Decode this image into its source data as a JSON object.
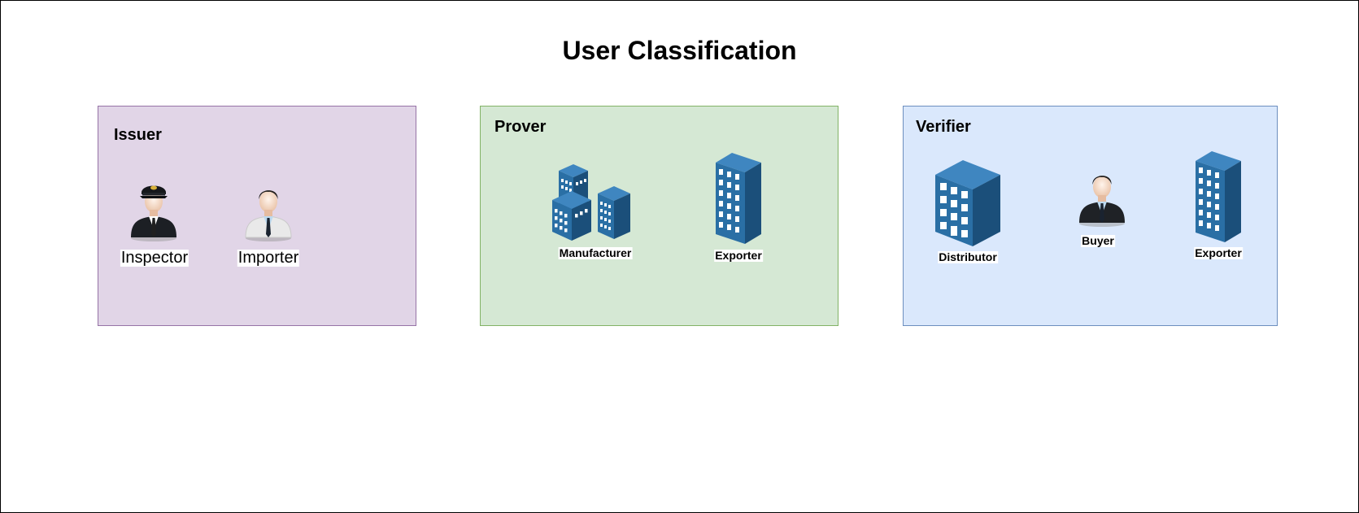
{
  "title": "User Classification",
  "colors": {
    "issuer_fill": "#e1d5e7",
    "issuer_stroke": "#9673a6",
    "prover_fill": "#d5e8d4",
    "prover_stroke": "#82b366",
    "verifier_fill": "#dae8fc",
    "verifier_stroke": "#6c8ebf",
    "building_front": "#2a6fa5",
    "building_side": "#1b4f7a",
    "building_top": "#3f86c0"
  },
  "groups": {
    "issuer": {
      "label": "Issuer",
      "items": [
        {
          "label": "Inspector",
          "icon": "pilot-user-icon"
        },
        {
          "label": "Importer",
          "icon": "businessman-white-icon"
        }
      ]
    },
    "prover": {
      "label": "Prover",
      "items": [
        {
          "label": "Manufacturer",
          "icon": "building-cluster-icon"
        },
        {
          "label": "Exporter",
          "icon": "tall-building-icon"
        }
      ]
    },
    "verifier": {
      "label": "Verifier",
      "items": [
        {
          "label": "Distributor",
          "icon": "office-building-icon"
        },
        {
          "label": "Buyer",
          "icon": "businessman-dark-icon"
        },
        {
          "label": "Exporter",
          "icon": "tall-building-icon"
        }
      ]
    }
  }
}
